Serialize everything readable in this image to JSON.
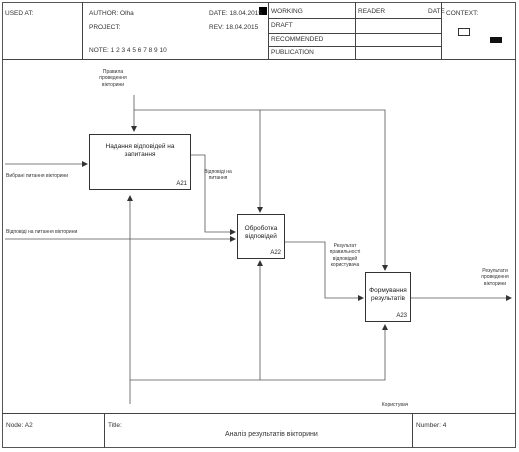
{
  "header": {
    "used_at": "USED AT:",
    "author": "AUTHOR: Olha",
    "project": "PROJECT:",
    "date": "DATE: 18.04.2015",
    "rev": "REV: 18.04.2015",
    "notes": "NOTE: 1 2 3 4 5 6 7 8 9 10",
    "status": [
      "WORKING",
      "DRAFT",
      "RECOMMENDED",
      "PUBLICATION"
    ],
    "reader": "READER",
    "reader_date": "DATE",
    "context": "CONTEXT:"
  },
  "diagram": {
    "boxes": [
      {
        "name": "Надання відповідей на запитання",
        "number": "A21"
      },
      {
        "name": "Оброботка відповідей",
        "number": "A22"
      },
      {
        "name": "Формування результатів",
        "number": "A23"
      }
    ],
    "arrow_labels": {
      "rules": "Правила проведення вікторини",
      "input_questions": "Вибрані питання вікторини",
      "answers_q": "Відповіді на питання",
      "input_answers": "Відповіді на питання вікторини",
      "correctness": "Результат правильності відповідей користувача",
      "output": "Результати проведення вікторини",
      "user": "Користувач"
    }
  },
  "footer": {
    "node": "Node: A2",
    "title_label": "Title:",
    "title": "Аналіз результатів вікторини",
    "number": "Number: 4"
  }
}
